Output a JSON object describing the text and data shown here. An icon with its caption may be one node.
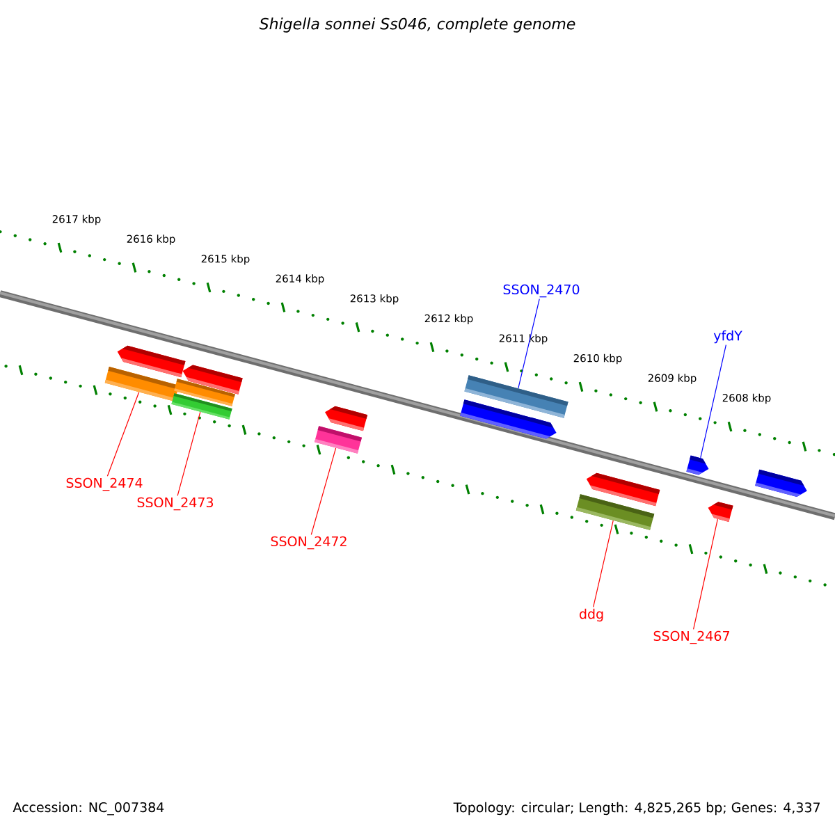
{
  "diagram": {
    "title": "Shigella sonnei Ss046, complete genome",
    "nodes": [
      {
        "text": [
          "SSON_2470"
        ]
      },
      {
        "text": [
          "yfdY"
        ]
      },
      {
        "text": [
          "SSON_2474"
        ]
      },
      {
        "text": [
          "SSON_2473"
        ]
      },
      {
        "text": [
          "SSON_2472"
        ]
      },
      {
        "text": [
          "ddg"
        ]
      },
      {
        "text": [
          "SSON_2467"
        ]
      },
      {
        "text": [],
        "shape": "bar"
      },
      {
        "text": [],
        "shape": "arrow"
      },
      {
        "text": [],
        "shape": "bar"
      },
      {
        "text": [],
        "shape": "bar"
      },
      {
        "text": [],
        "shape": "arrow"
      },
      {
        "text": [],
        "shape": "bar"
      },
      {
        "text": [],
        "shape": "arrow"
      },
      {
        "text": [],
        "shape": "arrow"
      },
      {
        "text": [],
        "shape": "bar"
      },
      {
        "text": [],
        "shape": "bar"
      },
      {
        "text": [],
        "shape": "arrow"
      },
      {
        "text": [],
        "shape": "arrow"
      },
      {
        "text": [],
        "shape": "arrow"
      },
      {
        "text": [],
        "shape": "arrow"
      }
    ],
    "edges": [
      {
        "from": 0,
        "to": 15,
        "arrow": "none",
        "color": "#0000ff"
      },
      {
        "from": 1,
        "to": 18,
        "arrow": "none",
        "color": "#0000ff"
      },
      {
        "from": 2,
        "to": 7,
        "arrow": "none"
      },
      {
        "from": 3,
        "to": 10,
        "arrow": "none"
      },
      {
        "from": 4,
        "to": 12,
        "arrow": "none"
      },
      {
        "from": 5,
        "to": 16,
        "arrow": "none"
      },
      {
        "from": 6,
        "to": 19,
        "arrow": "none"
      }
    ],
    "labels": [
      "2617 kbp",
      "2616 kbp",
      "2615 kbp",
      "2614 kbp",
      "2613 kbp",
      "2612 kbp",
      "2611 kbp",
      "2610 kbp",
      "2609 kbp",
      "2608 kbp",
      "Accession: NC_007384",
      "Topology: circular; Length: 4,825,265 bp; Genes: 4,337"
    ]
  }
}
